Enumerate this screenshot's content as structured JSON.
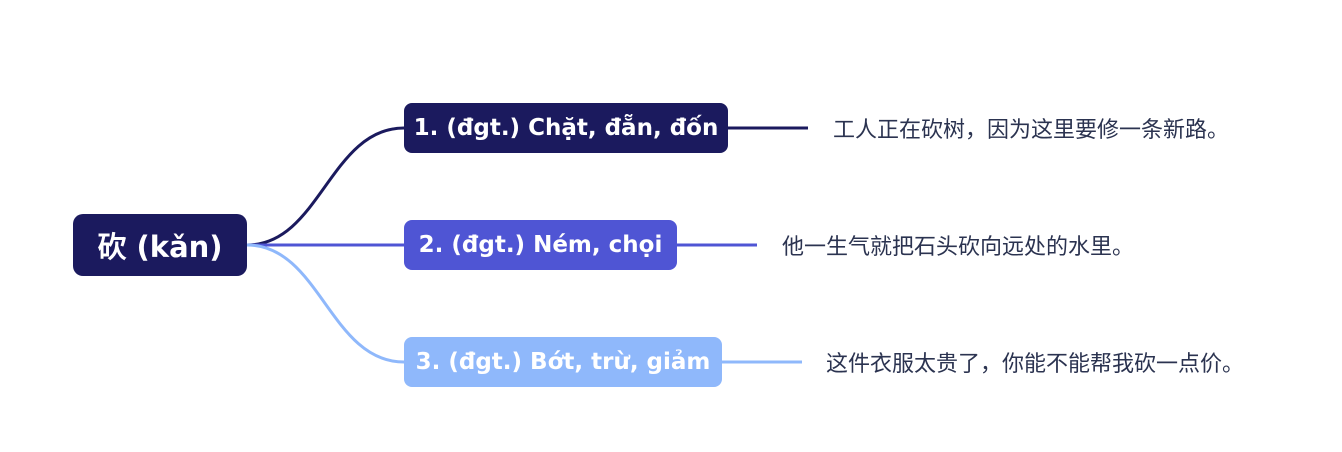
{
  "root": {
    "label": "砍 (kǎn)",
    "color": "#1b1a5e"
  },
  "branches": [
    {
      "label": "1. (đgt.) Chặt, đẵn, đốn",
      "color": "#1b1a5e",
      "example": "工人正在砍树，因为这里要修一条新路。"
    },
    {
      "label": "2. (đgt.) Ném, chọi",
      "color": "#4f55d4",
      "example": "他一生气就把石头砍向远处的水里。"
    },
    {
      "label": "3. (đgt.) Bớt, trừ, giảm",
      "color": "#8fb8fb",
      "example": "这件衣服太贵了，你能不能帮我砍一点价。"
    }
  ]
}
